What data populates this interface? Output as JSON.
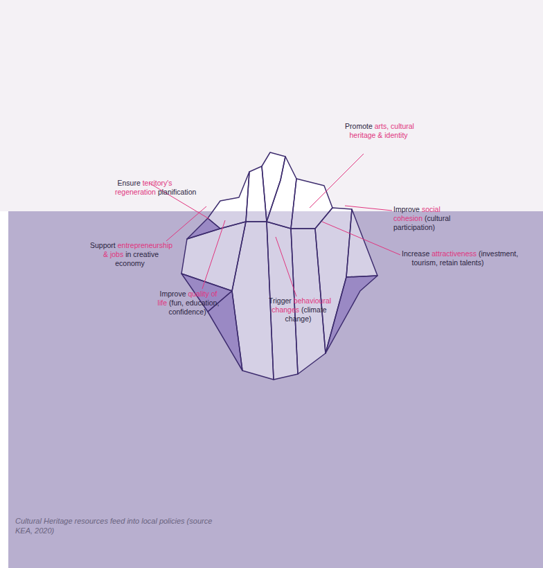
{
  "diagram": {
    "caption": "Cultural Heritage resources feed into local policies (source KEA, 2020)",
    "labels": [
      "Promote",
      "arts, cultural heritage & identity",
      "Ensure",
      "territory's regeneration",
      "planification",
      "Improve",
      "social cohesion",
      "(cultural participation)",
      "Support",
      "entrepreneurship & jobs",
      "in creative economy",
      "Increase",
      "attractiveness",
      "(investment, tourism, retain talents)",
      "Improve",
      "quality of life",
      "(fun, education, confidence)",
      "Trigger",
      "behavioural changes",
      "(climate change)"
    ]
  }
}
